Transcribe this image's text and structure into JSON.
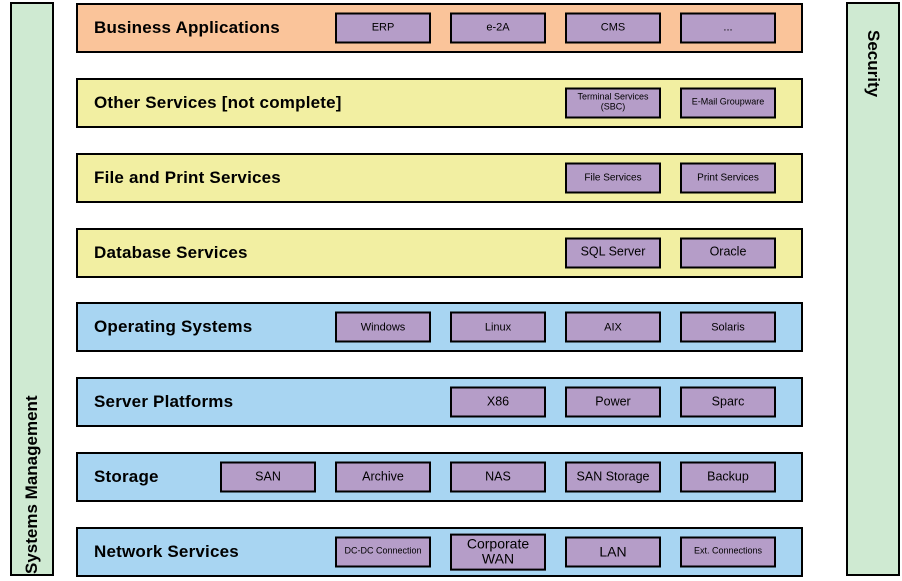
{
  "palette": {
    "orange": "#FAC49A",
    "yellow": "#F2EFA2",
    "blue": "#A8D5F2",
    "purple": "#B59DC8",
    "green": "#CFEAD2",
    "border": "#000000"
  },
  "sidebars": {
    "left": {
      "label": "Systems Management"
    },
    "right": {
      "label": "Security"
    }
  },
  "rows": [
    {
      "id": "business-applications",
      "label": "Business Applications",
      "color": "orange",
      "boxes": [
        {
          "label": "ERP",
          "col": 1,
          "size": "m"
        },
        {
          "label": "e-2A",
          "col": 2,
          "size": "m"
        },
        {
          "label": "CMS",
          "col": 3,
          "size": "m"
        },
        {
          "label": "...",
          "col": 4,
          "size": "m"
        }
      ]
    },
    {
      "id": "other-services",
      "label": "Other Services [not complete]",
      "color": "yellow",
      "boxes": [
        {
          "label": "Terminal Services (SBC)",
          "col": 3,
          "size": "xs"
        },
        {
          "label": "E-Mail Groupware",
          "col": 4,
          "size": "xs"
        }
      ]
    },
    {
      "id": "file-and-print-services",
      "label": "File and Print Services",
      "color": "yellow",
      "boxes": [
        {
          "label": "File Services",
          "col": 3,
          "size": "s"
        },
        {
          "label": "Print Services",
          "col": 4,
          "size": "s"
        }
      ]
    },
    {
      "id": "database-services",
      "label": "Database Services",
      "color": "yellow",
      "boxes": [
        {
          "label": "SQL Server",
          "col": 3,
          "size": "l"
        },
        {
          "label": "Oracle",
          "col": 4,
          "size": "l"
        }
      ]
    },
    {
      "id": "operating-systems",
      "label": "Operating Systems",
      "color": "blue",
      "boxes": [
        {
          "label": "Windows",
          "col": 1,
          "size": "m"
        },
        {
          "label": "Linux",
          "col": 2,
          "size": "m"
        },
        {
          "label": "AIX",
          "col": 3,
          "size": "m"
        },
        {
          "label": "Solaris",
          "col": 4,
          "size": "m"
        }
      ]
    },
    {
      "id": "server-platforms",
      "label": "Server Platforms",
      "color": "blue",
      "boxes": [
        {
          "label": "X86",
          "col": 2,
          "size": "l"
        },
        {
          "label": "Power",
          "col": 3,
          "size": "l"
        },
        {
          "label": "Sparc",
          "col": 4,
          "size": "l"
        }
      ]
    },
    {
      "id": "storage",
      "label": "Storage",
      "color": "blue",
      "boxes": [
        {
          "label": "SAN",
          "col": 0,
          "size": "l"
        },
        {
          "label": "Archive",
          "col": 1,
          "size": "l"
        },
        {
          "label": "NAS",
          "col": 2,
          "size": "l"
        },
        {
          "label": "SAN Storage",
          "col": 3,
          "size": "l"
        },
        {
          "label": "Backup",
          "col": 4,
          "size": "l"
        }
      ]
    },
    {
      "id": "network-services",
      "label": "Network Services",
      "color": "blue",
      "boxes": [
        {
          "label": "DC-DC Connection",
          "col": 1,
          "size": "xs"
        },
        {
          "label": "Corporate WAN",
          "col": 2,
          "size": "xl"
        },
        {
          "label": "LAN",
          "col": 3,
          "size": "xl"
        },
        {
          "label": "Ext. Connections",
          "col": 4,
          "size": "xs"
        }
      ]
    }
  ]
}
